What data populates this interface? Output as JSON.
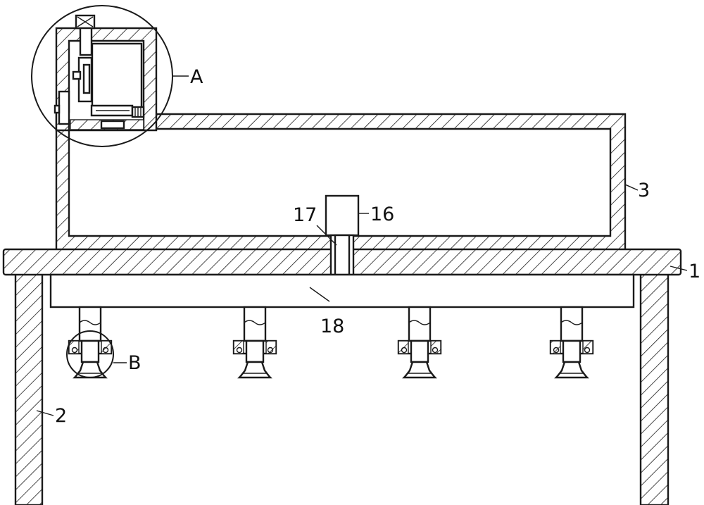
{
  "diagram": {
    "labels": {
      "base_plate": "1",
      "left_leg": "2",
      "box": "3",
      "motor": "16",
      "shaft": "17",
      "bar": "18",
      "detail_a": "A",
      "detail_b": "B"
    },
    "suction_assemblies": 4,
    "colors": {
      "line": "#1a1a1a",
      "background": "#ffffff"
    }
  }
}
